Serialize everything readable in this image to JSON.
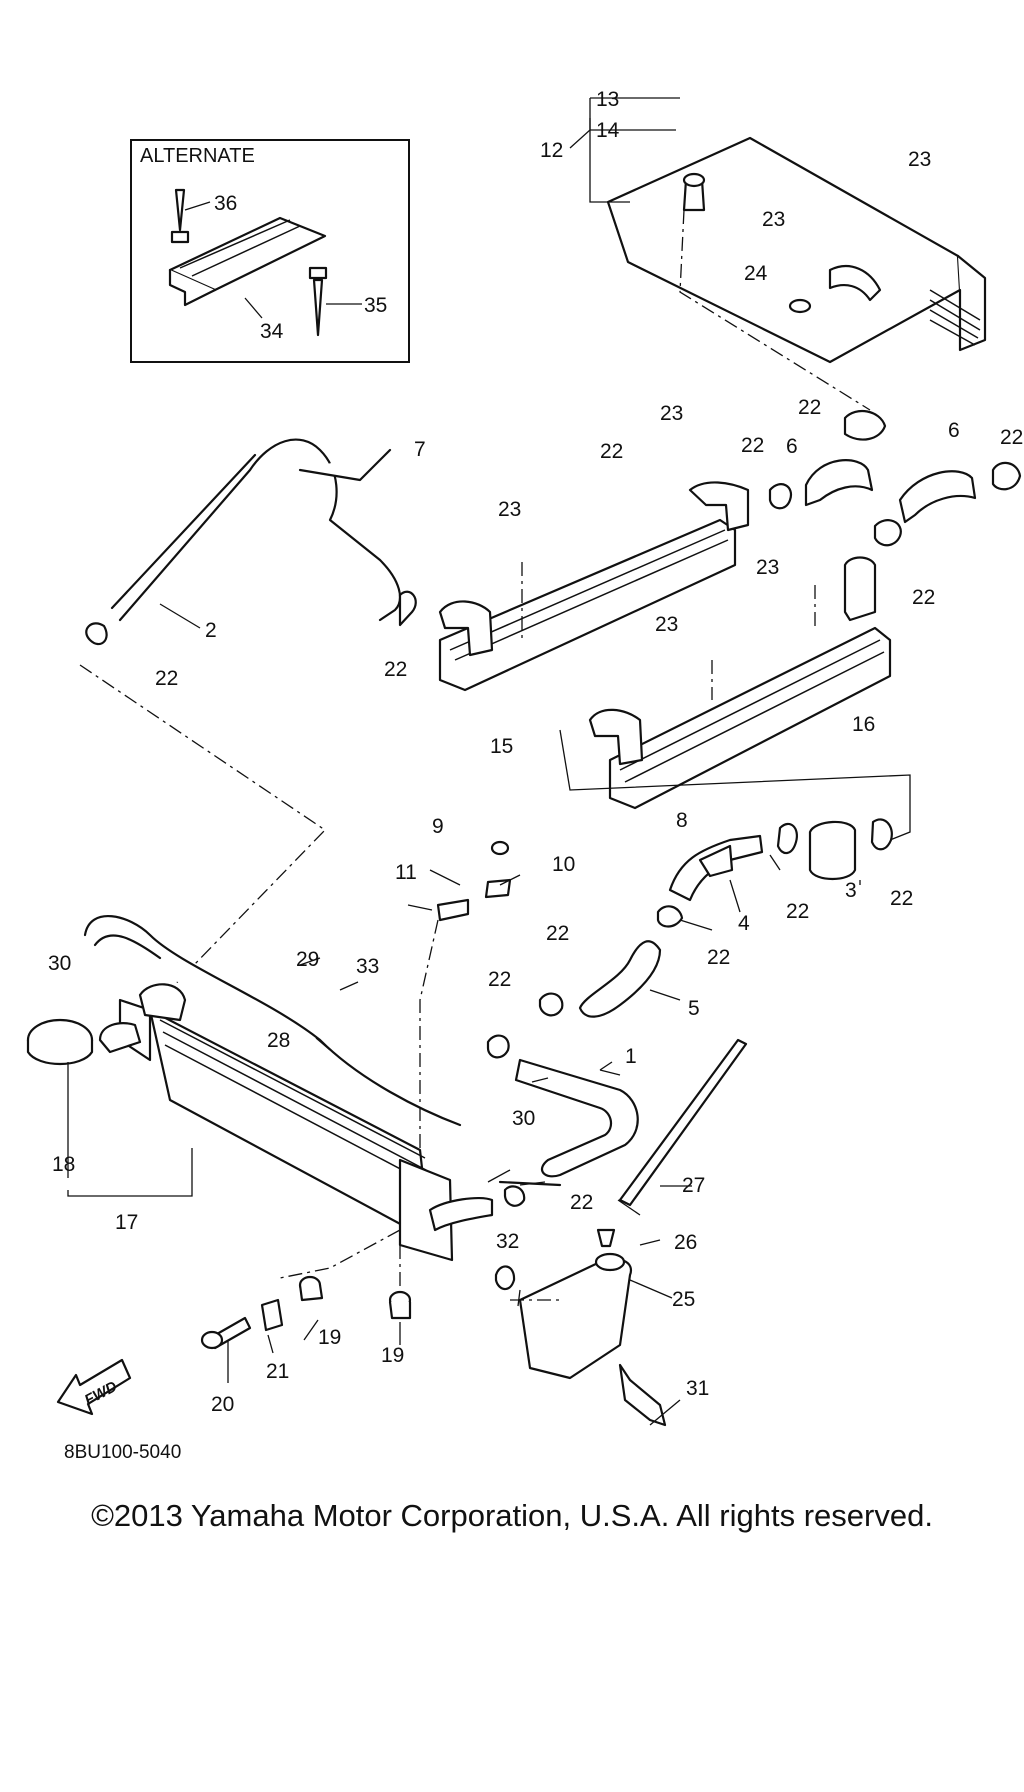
{
  "diagram": {
    "alternate_label": "ALTERNATE",
    "drawing_code": "8BU100-5040",
    "fwd_label": "FWD",
    "callouts": {
      "c1": "1",
      "c2": "2",
      "c3": "3",
      "c4": "4",
      "c5": "5",
      "c6a": "6",
      "c6b": "6",
      "c7": "7",
      "c8": "8",
      "c9": "9",
      "c10": "10",
      "c11": "11",
      "c12": "12",
      "c13": "13",
      "c14": "14",
      "c15": "15",
      "c16": "16",
      "c17": "17",
      "c18": "18",
      "c19a": "19",
      "c19b": "19",
      "c20": "20",
      "c21": "21",
      "c22a": "22",
      "c22b": "22",
      "c22c": "22",
      "c22d": "22",
      "c22e": "22",
      "c22f": "22",
      "c22g": "22",
      "c22h": "22",
      "c22i": "22",
      "c22j": "22",
      "c22k": "22",
      "c22l": "22",
      "c22m": "22",
      "c23a": "23",
      "c23b": "23",
      "c23c": "23",
      "c23d": "23",
      "c23e": "23",
      "c23f": "23",
      "c24": "24",
      "c25": "25",
      "c26": "26",
      "c27": "27",
      "c28": "28",
      "c29": "29",
      "c30a": "30",
      "c30b": "30",
      "c31": "31",
      "c32": "32",
      "c33": "33",
      "c34": "34",
      "c35": "35",
      "c36": "36"
    }
  },
  "footer": {
    "copyright": "©2013 Yamaha Motor Corporation, U.S.A. All rights reserved."
  }
}
